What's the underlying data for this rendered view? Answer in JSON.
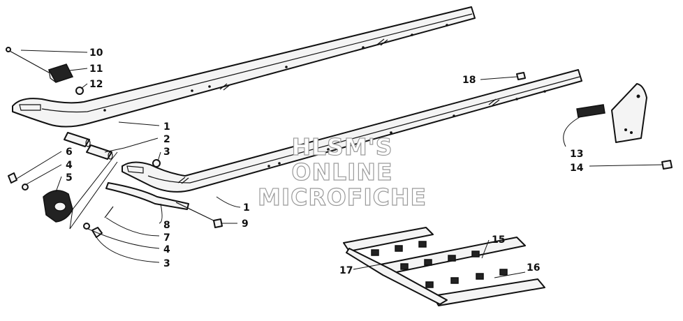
{
  "watermark": [
    "HLSM'S",
    "ONLINE",
    "MICROFICHE"
  ],
  "callouts": {
    "c1a": "1",
    "c1b": "1",
    "c2": "2",
    "c3a": "3",
    "c3b": "3",
    "c4a": "4",
    "c4b": "4",
    "c5": "5",
    "c6": "6",
    "c7": "7",
    "c8": "8",
    "c9": "9",
    "c10": "10",
    "c11": "11",
    "c12": "12",
    "c13": "13",
    "c14": "14",
    "c15": "15",
    "c16": "16",
    "c17": "17",
    "c18": "18"
  }
}
